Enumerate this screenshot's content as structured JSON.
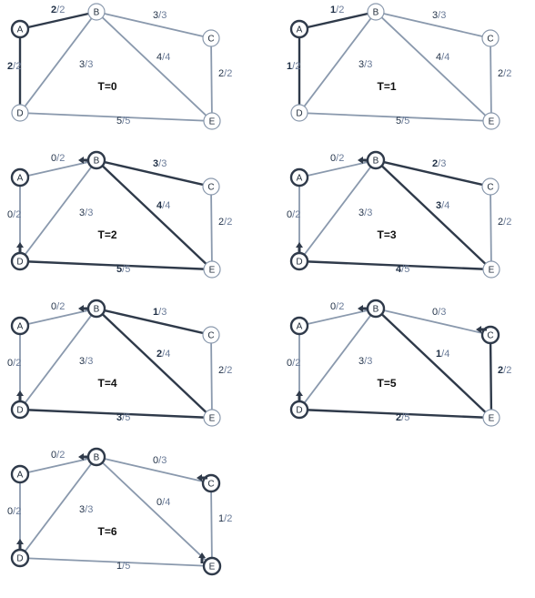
{
  "colors": {
    "node_fill": "#ffffff",
    "node_stroke": "#8a99ad",
    "node_active_stroke": "#2f3a4a",
    "edge_light": "#8a99ad",
    "edge_dark": "#2f3a4a",
    "flow_text": "#1f2f45",
    "cap_text": "#6a7b98"
  },
  "panels": [
    {
      "label": "T=0",
      "edges": [
        {
          "id": "AB",
          "flow": "2",
          "cap": "2",
          "flow_bold": true
        },
        {
          "id": "BC",
          "flow": "3",
          "cap": "3",
          "flow_bold": false
        },
        {
          "id": "AD",
          "flow": "2",
          "cap": "2",
          "flow_bold": true
        },
        {
          "id": "BD",
          "flow": "3",
          "cap": "3",
          "flow_bold": false
        },
        {
          "id": "BE",
          "flow": "4",
          "cap": "4",
          "flow_bold": false
        },
        {
          "id": "CE",
          "flow": "2",
          "cap": "2",
          "flow_bold": false
        },
        {
          "id": "DE",
          "flow": "5",
          "cap": "5",
          "flow_bold": false
        }
      ]
    },
    {
      "label": "T=1",
      "edges": [
        {
          "id": "AB",
          "flow": "1",
          "cap": "2",
          "flow_bold": true
        },
        {
          "id": "BC",
          "flow": "3",
          "cap": "3",
          "flow_bold": false
        },
        {
          "id": "AD",
          "flow": "1",
          "cap": "2",
          "flow_bold": true
        },
        {
          "id": "BD",
          "flow": "3",
          "cap": "3",
          "flow_bold": false
        },
        {
          "id": "BE",
          "flow": "4",
          "cap": "4",
          "flow_bold": false
        },
        {
          "id": "CE",
          "flow": "2",
          "cap": "2",
          "flow_bold": false
        },
        {
          "id": "DE",
          "flow": "5",
          "cap": "5",
          "flow_bold": false
        }
      ]
    },
    {
      "label": "T=2",
      "edges": [
        {
          "id": "AB",
          "flow": "0",
          "cap": "2",
          "flow_bold": false
        },
        {
          "id": "BC",
          "flow": "3",
          "cap": "3",
          "flow_bold": true
        },
        {
          "id": "AD",
          "flow": "0",
          "cap": "2",
          "flow_bold": false
        },
        {
          "id": "BD",
          "flow": "3",
          "cap": "3",
          "flow_bold": false
        },
        {
          "id": "BE",
          "flow": "4",
          "cap": "4",
          "flow_bold": true
        },
        {
          "id": "CE",
          "flow": "2",
          "cap": "2",
          "flow_bold": false
        },
        {
          "id": "DE",
          "flow": "5",
          "cap": "5",
          "flow_bold": true
        }
      ]
    },
    {
      "label": "T=3",
      "edges": [
        {
          "id": "AB",
          "flow": "0",
          "cap": "2",
          "flow_bold": false
        },
        {
          "id": "BC",
          "flow": "2",
          "cap": "3",
          "flow_bold": true
        },
        {
          "id": "AD",
          "flow": "0",
          "cap": "2",
          "flow_bold": false
        },
        {
          "id": "BD",
          "flow": "3",
          "cap": "3",
          "flow_bold": false
        },
        {
          "id": "BE",
          "flow": "3",
          "cap": "4",
          "flow_bold": true
        },
        {
          "id": "CE",
          "flow": "2",
          "cap": "2",
          "flow_bold": false
        },
        {
          "id": "DE",
          "flow": "4",
          "cap": "5",
          "flow_bold": true
        }
      ]
    },
    {
      "label": "T=4",
      "edges": [
        {
          "id": "AB",
          "flow": "0",
          "cap": "2",
          "flow_bold": false
        },
        {
          "id": "BC",
          "flow": "1",
          "cap": "3",
          "flow_bold": true
        },
        {
          "id": "AD",
          "flow": "0",
          "cap": "2",
          "flow_bold": false
        },
        {
          "id": "BD",
          "flow": "3",
          "cap": "3",
          "flow_bold": false
        },
        {
          "id": "BE",
          "flow": "2",
          "cap": "4",
          "flow_bold": true
        },
        {
          "id": "CE",
          "flow": "2",
          "cap": "2",
          "flow_bold": false
        },
        {
          "id": "DE",
          "flow": "3",
          "cap": "5",
          "flow_bold": true
        }
      ]
    },
    {
      "label": "T=5",
      "edges": [
        {
          "id": "AB",
          "flow": "0",
          "cap": "2",
          "flow_bold": false
        },
        {
          "id": "BC",
          "flow": "0",
          "cap": "3",
          "flow_bold": false
        },
        {
          "id": "AD",
          "flow": "0",
          "cap": "2",
          "flow_bold": false
        },
        {
          "id": "BD",
          "flow": "3",
          "cap": "3",
          "flow_bold": false
        },
        {
          "id": "BE",
          "flow": "1",
          "cap": "4",
          "flow_bold": true
        },
        {
          "id": "CE",
          "flow": "2",
          "cap": "2",
          "flow_bold": true
        },
        {
          "id": "DE",
          "flow": "2",
          "cap": "5",
          "flow_bold": true
        }
      ]
    },
    {
      "label": "T=6",
      "edges": [
        {
          "id": "AB",
          "flow": "0",
          "cap": "2",
          "flow_bold": false
        },
        {
          "id": "BC",
          "flow": "0",
          "cap": "3",
          "flow_bold": false
        },
        {
          "id": "AD",
          "flow": "0",
          "cap": "2",
          "flow_bold": false
        },
        {
          "id": "BD",
          "flow": "3",
          "cap": "3",
          "flow_bold": false
        },
        {
          "id": "BE",
          "flow": "0",
          "cap": "4",
          "flow_bold": false
        },
        {
          "id": "CE",
          "flow": "1",
          "cap": "2",
          "flow_bold": false
        },
        {
          "id": "DE",
          "flow": "1",
          "cap": "5",
          "flow_bold": false
        }
      ]
    }
  ],
  "node_labels": {
    "A": "A",
    "B": "B",
    "C": "C",
    "D": "D",
    "E": "E"
  }
}
